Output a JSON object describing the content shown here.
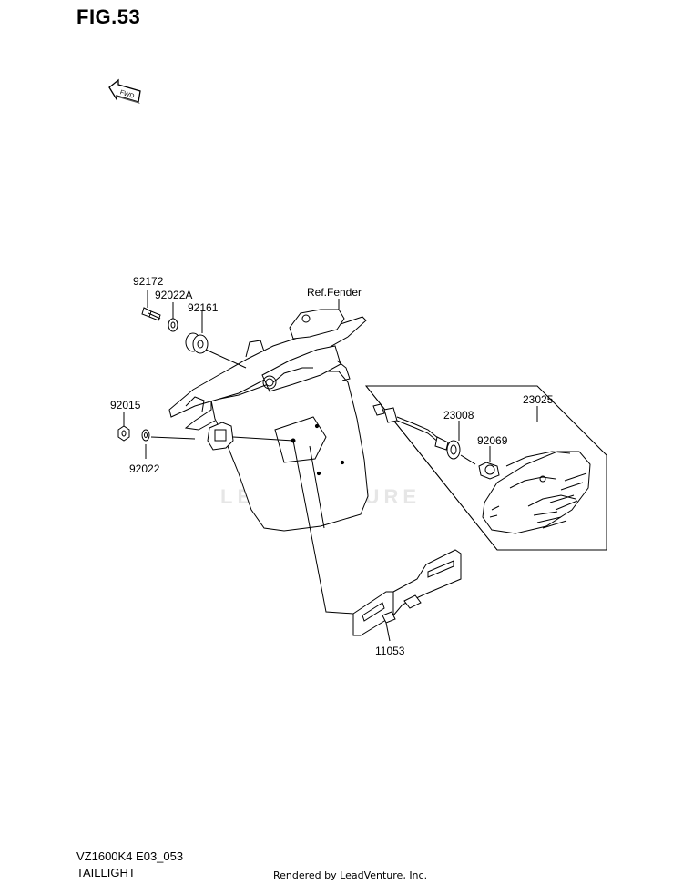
{
  "figure": {
    "title": "FIG.53"
  },
  "direction": {
    "text": "FWD",
    "icon": "fwd-arrow-icon"
  },
  "watermark": "LEADVENTURE",
  "callouts": {
    "c92172": "92172",
    "c92022A": "92022A",
    "c92161": "92161",
    "refFender": "Ref.Fender",
    "c92015": "92015",
    "c92022": "92022",
    "c23025": "23025",
    "c23008": "23008",
    "c92069": "92069",
    "c11053": "11053"
  },
  "footer": {
    "model": "VZ1600K4 E03_053",
    "title": "TAILLIGHT",
    "rendered_by": "Rendered by LeadVenture, Inc."
  }
}
